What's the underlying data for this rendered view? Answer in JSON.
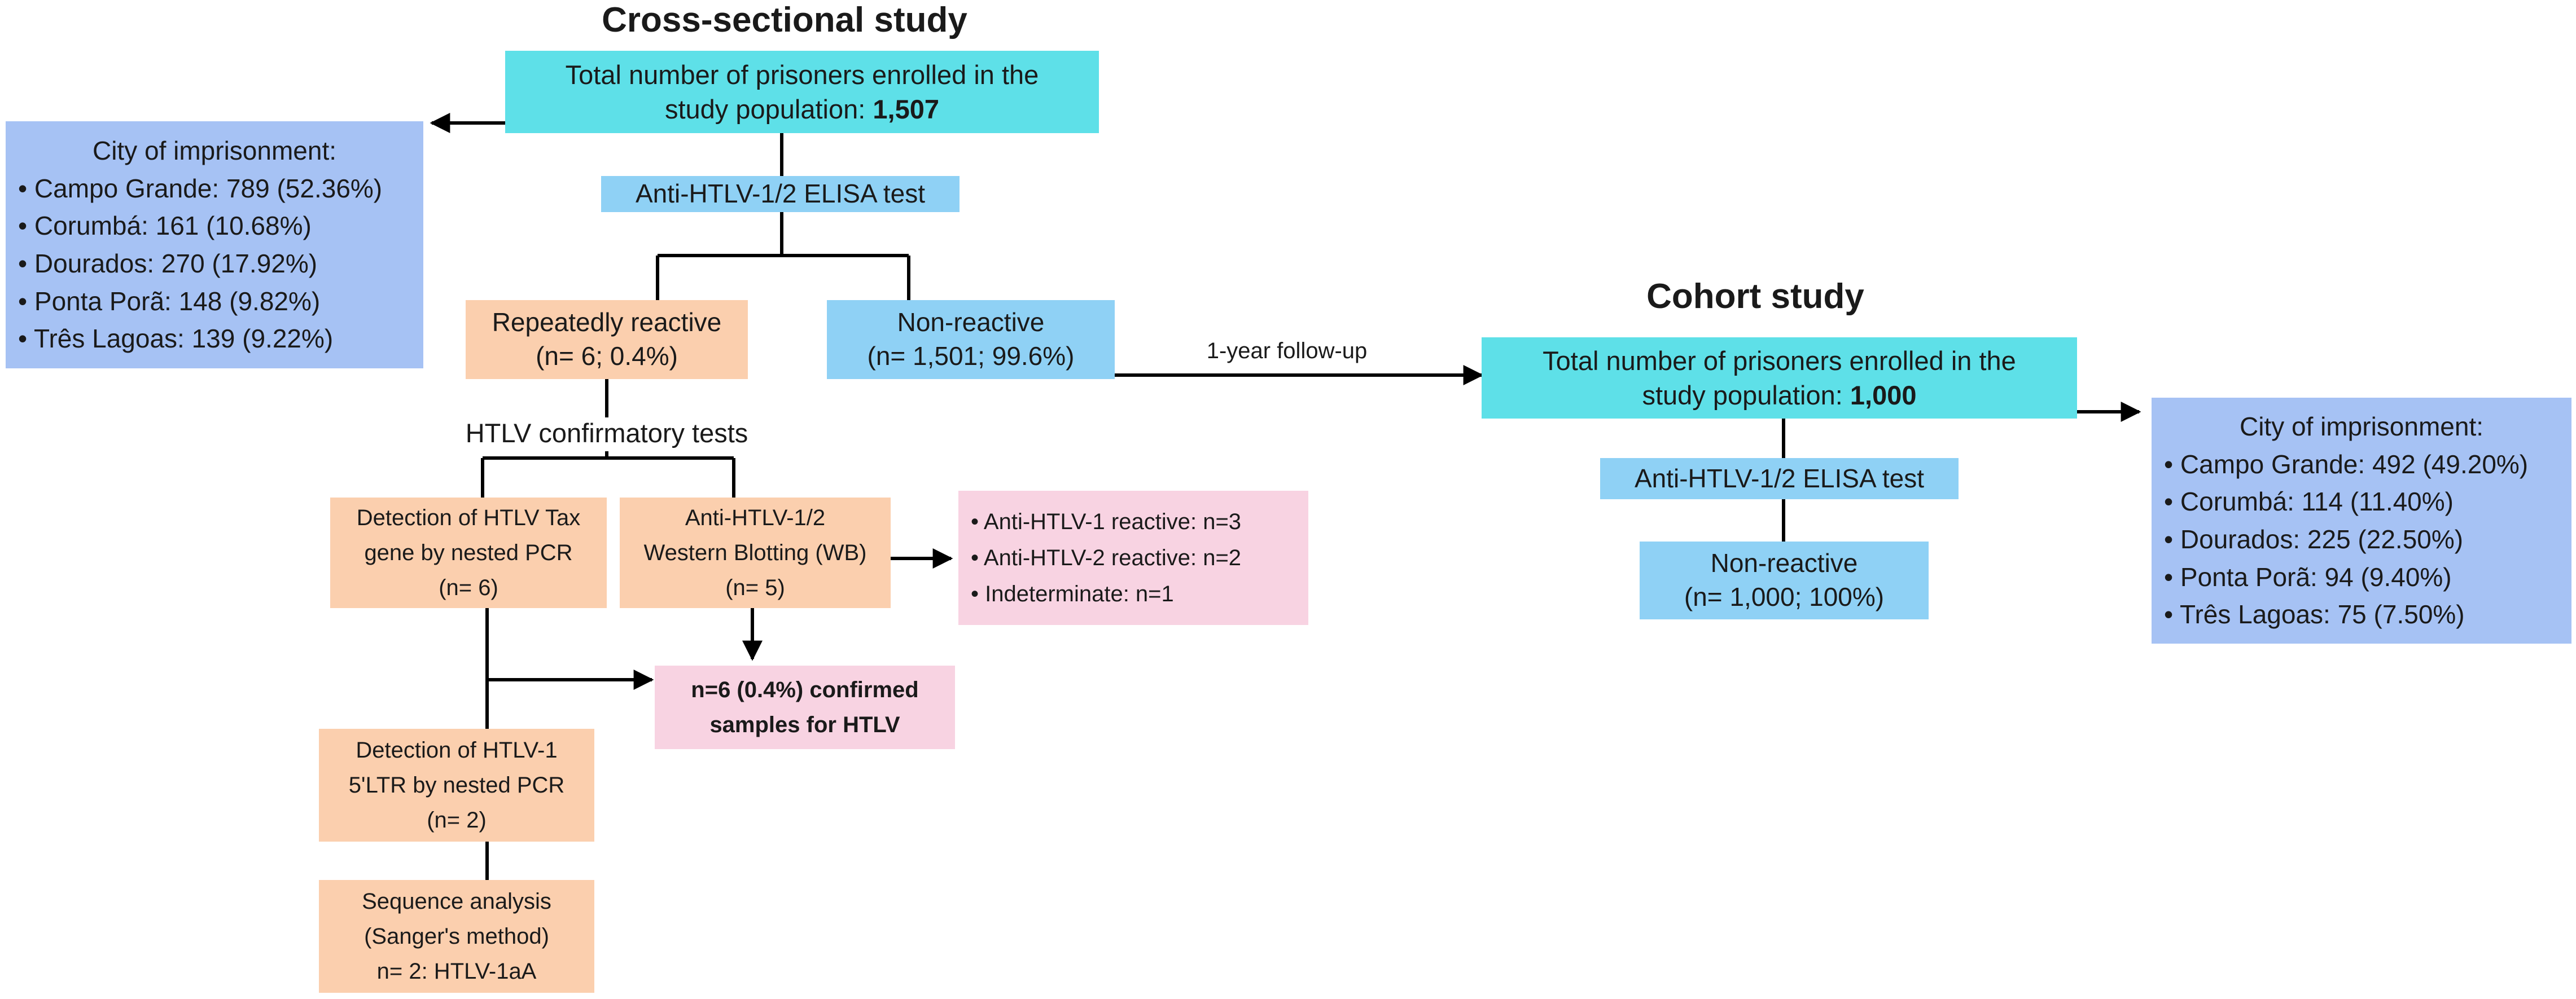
{
  "titles": {
    "cross_sectional": "Cross-sectional study",
    "cohort": "Cohort study"
  },
  "cs_total": {
    "line1": "Total number of prisoners enrolled in the",
    "line2": "study population: ",
    "value": "1,507"
  },
  "cs_city": {
    "heading": "City of imprisonment:",
    "items": [
      "• Campo Grande: 789 (52.36%)",
      "• Corumbá: 161 (10.68%)",
      "• Dourados: 270 (17.92%)",
      "• Ponta Porã: 148 (9.82%)",
      "• Três Lagoas: 139 (9.22%)"
    ]
  },
  "cs_elisa": "Anti-HTLV-1/2 ELISA test",
  "repeatedly_reactive": {
    "line1": "Repeatedly reactive",
    "line2": "(n= 6; 0.4%)"
  },
  "non_reactive_cs": {
    "line1": "Non-reactive",
    "line2": "(n= 1,501; 99.6%)"
  },
  "followup_label": "1-year follow-up",
  "confirmatory_label": "HTLV confirmatory tests",
  "tax_pcr": {
    "line1": "Detection of HTLV Tax",
    "line2": "gene by nested PCR",
    "line3": "(n= 6)"
  },
  "western_blot": {
    "line1": "Anti-HTLV-1/2",
    "line2": "Western Blotting (WB)",
    "line3": "(n= 5)"
  },
  "wb_results": [
    "• Anti-HTLV-1 reactive: n=3",
    "• Anti-HTLV-2 reactive: n=2",
    "• Indeterminate: n=1"
  ],
  "confirmed": {
    "line1": "n=6 (0.4%) confirmed",
    "line2": "samples for HTLV"
  },
  "ltr_pcr": {
    "line1": "Detection of HTLV-1",
    "line2": "5'LTR by nested PCR",
    "line3": "(n= 2)"
  },
  "sequence": {
    "line1": "Sequence analysis",
    "line2": "(Sanger's method)",
    "line3": "n= 2: HTLV-1aA"
  },
  "cohort_total": {
    "line1": "Total number of prisoners enrolled in the",
    "line2": "study population: ",
    "value": "1,000"
  },
  "cohort_elisa": "Anti-HTLV-1/2 ELISA test",
  "non_reactive_cohort": {
    "line1": "Non-reactive",
    "line2": "(n= 1,000; 100%)"
  },
  "cohort_city": {
    "heading": "City of imprisonment:",
    "items": [
      "• Campo Grande: 492 (49.20%)",
      "• Corumbá: 114 (11.40%)",
      "• Dourados: 225 (22.50%)",
      "• Ponta Porã: 94 (9.40%)",
      "• Três Lagoas: 75 (7.50%)"
    ]
  },
  "colors": {
    "cyan": "#5ee0e8",
    "blue": "#8fd1f5",
    "peach": "#fbcfae",
    "pink": "#f8d3e2",
    "lavender": "#a6c2f4"
  }
}
